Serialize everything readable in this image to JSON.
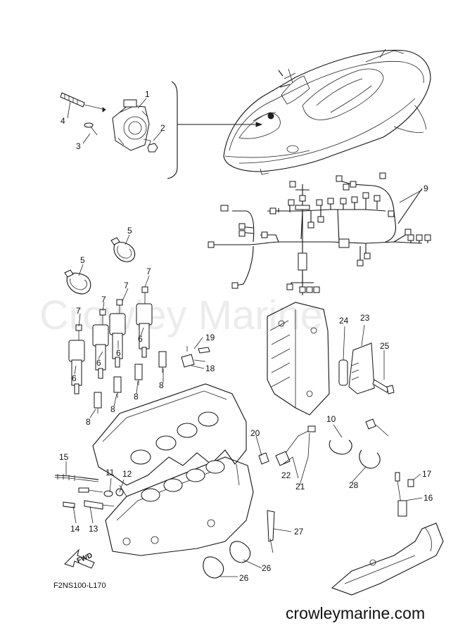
{
  "watermark": "Crowley Marine",
  "diagram_code": "F2NS100-L170",
  "site": "crowleymarine.com",
  "fwd_label": "FWD",
  "callouts": [
    {
      "id": "c1",
      "label": "1"
    },
    {
      "id": "c2",
      "label": "2"
    },
    {
      "id": "c3",
      "label": "3"
    },
    {
      "id": "c4",
      "label": "4"
    },
    {
      "id": "c5a",
      "label": "5"
    },
    {
      "id": "c5b",
      "label": "5"
    },
    {
      "id": "c6a",
      "label": "6"
    },
    {
      "id": "c6b",
      "label": "6"
    },
    {
      "id": "c6c",
      "label": "6"
    },
    {
      "id": "c6d",
      "label": "6"
    },
    {
      "id": "c7a",
      "label": "7"
    },
    {
      "id": "c7b",
      "label": "7"
    },
    {
      "id": "c7c",
      "label": "7"
    },
    {
      "id": "c7d",
      "label": "7"
    },
    {
      "id": "c8a",
      "label": "8"
    },
    {
      "id": "c8b",
      "label": "8"
    },
    {
      "id": "c8c",
      "label": "8"
    },
    {
      "id": "c8d",
      "label": "8"
    },
    {
      "id": "c9",
      "label": "9"
    },
    {
      "id": "c10",
      "label": "10"
    },
    {
      "id": "c11",
      "label": "11"
    },
    {
      "id": "c12",
      "label": "12"
    },
    {
      "id": "c13",
      "label": "13"
    },
    {
      "id": "c14",
      "label": "14"
    },
    {
      "id": "c15",
      "label": "15"
    },
    {
      "id": "c16",
      "label": "16"
    },
    {
      "id": "c17",
      "label": "17"
    },
    {
      "id": "c18",
      "label": "18"
    },
    {
      "id": "c19",
      "label": "19"
    },
    {
      "id": "c20",
      "label": "20"
    },
    {
      "id": "c21",
      "label": "21"
    },
    {
      "id": "c22",
      "label": "22"
    },
    {
      "id": "c23",
      "label": "23"
    },
    {
      "id": "c24",
      "label": "24"
    },
    {
      "id": "c25",
      "label": "25"
    },
    {
      "id": "c26a",
      "label": "26"
    },
    {
      "id": "c26b",
      "label": "26"
    },
    {
      "id": "c27",
      "label": "27"
    },
    {
      "id": "c28",
      "label": "28"
    }
  ]
}
